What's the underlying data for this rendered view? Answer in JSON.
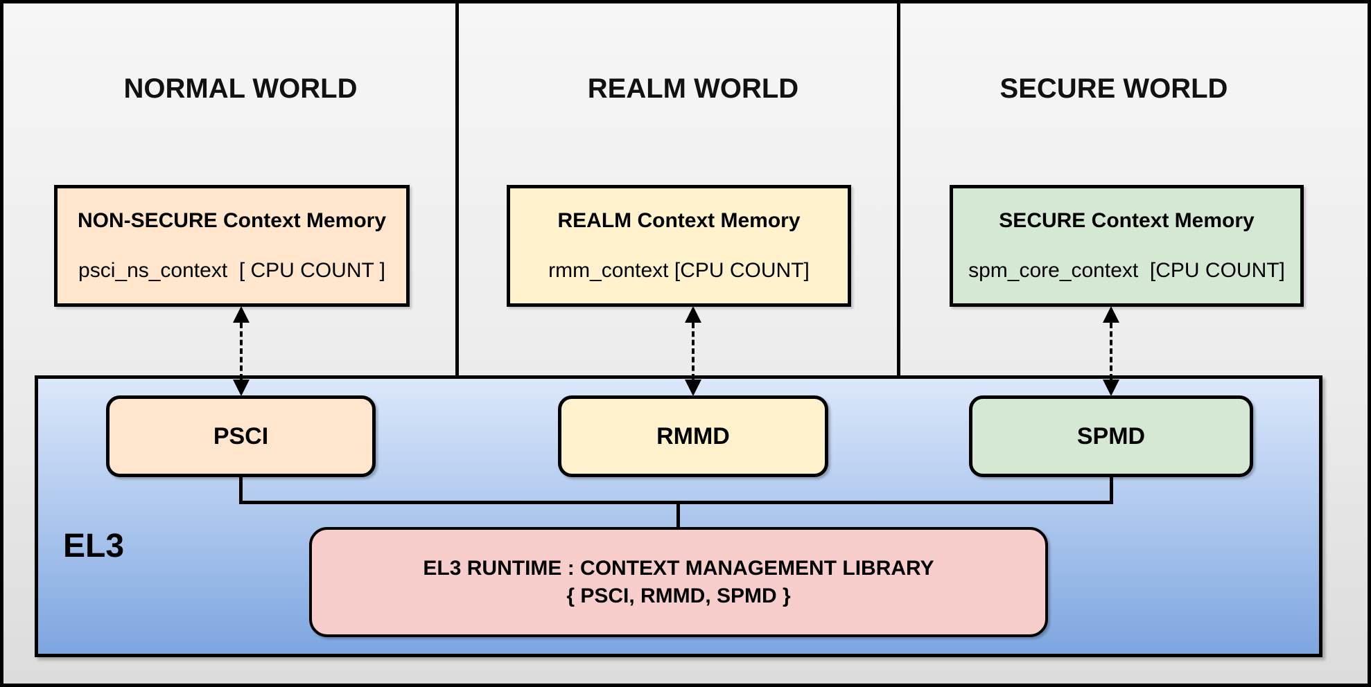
{
  "worlds": [
    {
      "title": "NORMAL WORLD",
      "memory": {
        "title": "NON-SECURE Context Memory",
        "code": "psci_ns_context  [ CPU COUNT ]"
      },
      "component": "PSCI"
    },
    {
      "title": "REALM WORLD",
      "memory": {
        "title": "REALM Context Memory",
        "code": "rmm_context [CPU COUNT]"
      },
      "component": "RMMD"
    },
    {
      "title": "SECURE WORLD",
      "memory": {
        "title": "SECURE Context Memory",
        "code": "spm_core_context  [CPU COUNT]"
      },
      "component": "SPMD"
    }
  ],
  "el3": {
    "label": "EL3",
    "runtime_line1": "EL3 RUNTIME : CONTEXT MANAGEMENT LIBRARY",
    "runtime_line2": "{ PSCI, RMMD, SPMD }"
  },
  "colors": {
    "peach": "#ffe6cc",
    "yellow": "#fff2cc",
    "green": "#d5e8d4",
    "pink": "#f8cecc",
    "el3_top": "#dce8fb",
    "el3_bottom": "#7ea6e0"
  }
}
